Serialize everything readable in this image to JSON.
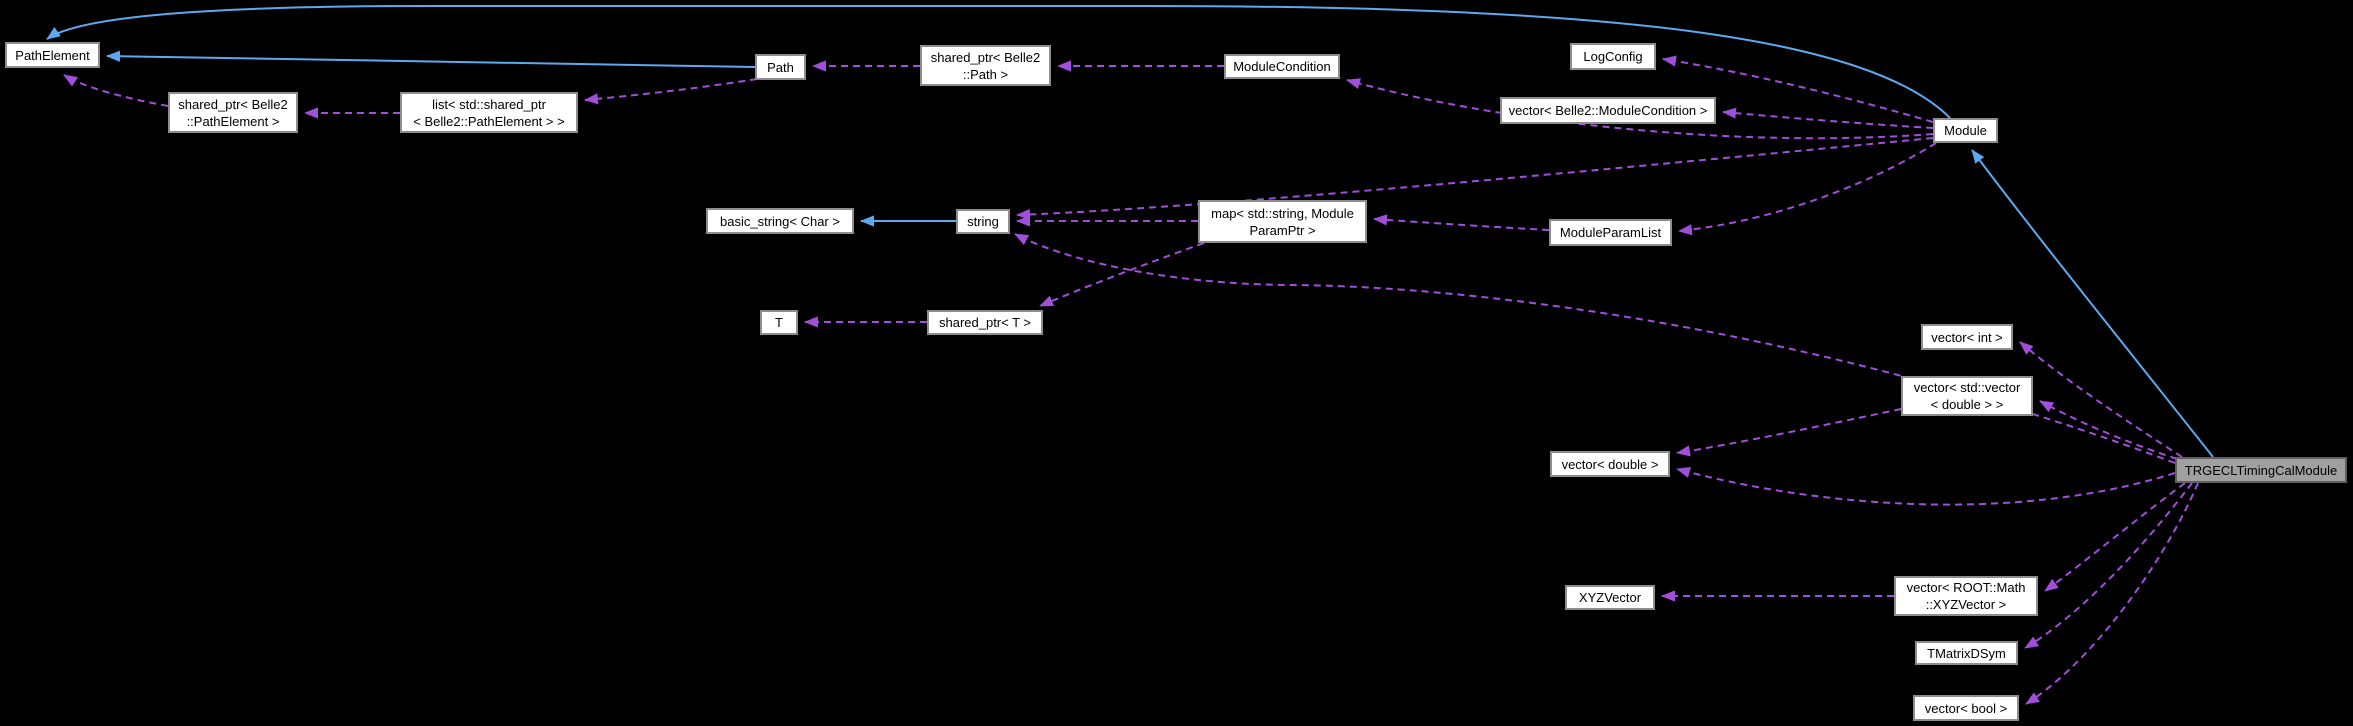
{
  "diagram": {
    "kind": "doxygen-collaboration-graph",
    "background": "#000000",
    "colors": {
      "inheritance_line": "#5ca9ef",
      "usage_line": "#a14edb",
      "node_fill": "#ffffff",
      "node_border": "#8d8d8d",
      "main_node_fill": "#a0a0a0",
      "main_node_border": "#606060",
      "text": "#000000"
    },
    "nodes": [
      {
        "id": "pathelement",
        "label": "PathElement"
      },
      {
        "id": "sp_pathelement",
        "label": "shared_ptr< Belle2\n::PathElement >"
      },
      {
        "id": "list_sp_pathelement",
        "label": "list< std::shared_ptr\n< Belle2::PathElement > >"
      },
      {
        "id": "path",
        "label": "Path"
      },
      {
        "id": "sp_path",
        "label": "shared_ptr< Belle2\n::Path >"
      },
      {
        "id": "modulecondition",
        "label": "ModuleCondition"
      },
      {
        "id": "logconfig",
        "label": "LogConfig"
      },
      {
        "id": "vector_modulecondition",
        "label": "vector< Belle2::ModuleCondition >"
      },
      {
        "id": "module",
        "label": "Module"
      },
      {
        "id": "basic_string",
        "label": "basic_string< Char >"
      },
      {
        "id": "string",
        "label": "string"
      },
      {
        "id": "map_moduleparamptr",
        "label": "map< std::string, Module\nParamPtr >"
      },
      {
        "id": "moduleparamlist",
        "label": "ModuleParamList"
      },
      {
        "id": "t",
        "label": "T"
      },
      {
        "id": "sp_t",
        "label": "shared_ptr< T >"
      },
      {
        "id": "vector_int",
        "label": "vector< int >"
      },
      {
        "id": "vector_vector_double",
        "label": "vector< std::vector\n< double > >"
      },
      {
        "id": "vector_double",
        "label": "vector< double >"
      },
      {
        "id": "trgecltimingcalmodule",
        "label": "TRGECLTimingCalModule",
        "main": true
      },
      {
        "id": "xyzvector",
        "label": "XYZVector"
      },
      {
        "id": "vector_xyzvector",
        "label": "vector< ROOT::Math\n::XYZVector >"
      },
      {
        "id": "tmatrixdsym",
        "label": "TMatrixDSym"
      },
      {
        "id": "vector_bool",
        "label": "vector< bool >"
      }
    ],
    "edges": [
      {
        "from": "module",
        "to": "pathelement",
        "type": "inheritance"
      },
      {
        "from": "path",
        "to": "pathelement",
        "type": "inheritance"
      },
      {
        "from": "string",
        "to": "basic_string",
        "type": "inheritance"
      },
      {
        "from": "trgecltimingcalmodule",
        "to": "module",
        "type": "inheritance"
      },
      {
        "from": "sp_pathelement",
        "to": "pathelement",
        "type": "usage"
      },
      {
        "from": "list_sp_pathelement",
        "to": "sp_pathelement",
        "type": "usage"
      },
      {
        "from": "path",
        "to": "list_sp_pathelement",
        "type": "usage"
      },
      {
        "from": "sp_path",
        "to": "path",
        "type": "usage"
      },
      {
        "from": "modulecondition",
        "to": "sp_path",
        "type": "usage"
      },
      {
        "from": "module",
        "to": "modulecondition",
        "type": "usage"
      },
      {
        "from": "module",
        "to": "logconfig",
        "type": "usage"
      },
      {
        "from": "module",
        "to": "vector_modulecondition",
        "type": "usage"
      },
      {
        "from": "module",
        "to": "string",
        "type": "usage"
      },
      {
        "from": "module",
        "to": "moduleparamlist",
        "type": "usage"
      },
      {
        "from": "moduleparamlist",
        "to": "map_moduleparamptr",
        "type": "usage"
      },
      {
        "from": "map_moduleparamptr",
        "to": "string",
        "type": "usage"
      },
      {
        "from": "map_moduleparamptr",
        "to": "sp_t",
        "type": "usage"
      },
      {
        "from": "sp_t",
        "to": "t",
        "type": "usage"
      },
      {
        "from": "trgecltimingcalmodule",
        "to": "string",
        "type": "usage"
      },
      {
        "from": "trgecltimingcalmodule",
        "to": "vector_int",
        "type": "usage"
      },
      {
        "from": "trgecltimingcalmodule",
        "to": "vector_vector_double",
        "type": "usage"
      },
      {
        "from": "vector_vector_double",
        "to": "vector_double",
        "type": "usage"
      },
      {
        "from": "trgecltimingcalmodule",
        "to": "vector_double",
        "type": "usage"
      },
      {
        "from": "vector_xyzvector",
        "to": "xyzvector",
        "type": "usage"
      },
      {
        "from": "trgecltimingcalmodule",
        "to": "vector_xyzvector",
        "type": "usage"
      },
      {
        "from": "trgecltimingcalmodule",
        "to": "tmatrixdsym",
        "type": "usage"
      },
      {
        "from": "trgecltimingcalmodule",
        "to": "vector_bool",
        "type": "usage"
      }
    ]
  }
}
